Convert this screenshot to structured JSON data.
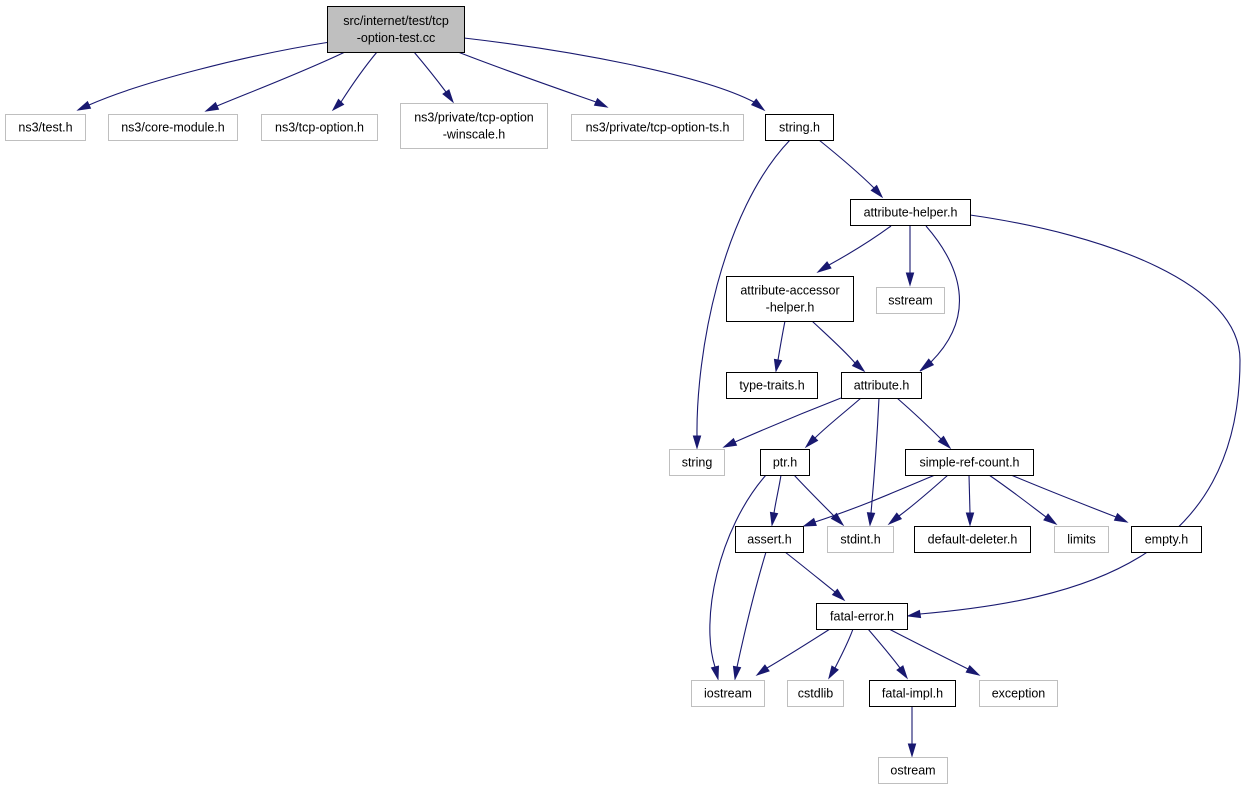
{
  "colors": {
    "edge": "#191970",
    "root_fill": "#bfbfbf",
    "root_border": "#000000",
    "documented_border": "#000000",
    "external_border": "#bfbfbf",
    "node_fill": "#ffffff"
  },
  "nodes": [
    {
      "id": "root",
      "lines": [
        "src/internet/test/tcp",
        "-option-test.cc"
      ],
      "kind": "root"
    },
    {
      "id": "test_h",
      "lines": [
        "ns3/test.h"
      ],
      "kind": "external"
    },
    {
      "id": "core_module_h",
      "lines": [
        "ns3/core-module.h"
      ],
      "kind": "external"
    },
    {
      "id": "tcp_option_h",
      "lines": [
        "ns3/tcp-option.h"
      ],
      "kind": "external"
    },
    {
      "id": "tcp_option_winscale_h",
      "lines": [
        "ns3/private/tcp-option",
        "-winscale.h"
      ],
      "kind": "external"
    },
    {
      "id": "tcp_option_ts_h",
      "lines": [
        "ns3/private/tcp-option-ts.h"
      ],
      "kind": "external"
    },
    {
      "id": "string_h",
      "lines": [
        "string.h"
      ],
      "kind": "documented"
    },
    {
      "id": "attribute_helper_h",
      "lines": [
        "attribute-helper.h"
      ],
      "kind": "documented"
    },
    {
      "id": "attribute_accessor_helper_h",
      "lines": [
        "attribute-accessor",
        "-helper.h"
      ],
      "kind": "documented"
    },
    {
      "id": "sstream",
      "lines": [
        "sstream"
      ],
      "kind": "external"
    },
    {
      "id": "type_traits_h",
      "lines": [
        "type-traits.h"
      ],
      "kind": "documented"
    },
    {
      "id": "attribute_h",
      "lines": [
        "attribute.h"
      ],
      "kind": "documented"
    },
    {
      "id": "string",
      "lines": [
        "string"
      ],
      "kind": "external"
    },
    {
      "id": "ptr_h",
      "lines": [
        "ptr.h"
      ],
      "kind": "documented"
    },
    {
      "id": "simple_ref_count_h",
      "lines": [
        "simple-ref-count.h"
      ],
      "kind": "documented"
    },
    {
      "id": "assert_h",
      "lines": [
        "assert.h"
      ],
      "kind": "documented"
    },
    {
      "id": "stdint_h",
      "lines": [
        "stdint.h"
      ],
      "kind": "external"
    },
    {
      "id": "default_deleter_h",
      "lines": [
        "default-deleter.h"
      ],
      "kind": "documented"
    },
    {
      "id": "limits",
      "lines": [
        "limits"
      ],
      "kind": "external"
    },
    {
      "id": "empty_h",
      "lines": [
        "empty.h"
      ],
      "kind": "documented"
    },
    {
      "id": "fatal_error_h",
      "lines": [
        "fatal-error.h"
      ],
      "kind": "documented"
    },
    {
      "id": "iostream",
      "lines": [
        "iostream"
      ],
      "kind": "external"
    },
    {
      "id": "cstdlib",
      "lines": [
        "cstdlib"
      ],
      "kind": "external"
    },
    {
      "id": "fatal_impl_h",
      "lines": [
        "fatal-impl.h"
      ],
      "kind": "documented"
    },
    {
      "id": "exception",
      "lines": [
        "exception"
      ],
      "kind": "external"
    },
    {
      "id": "ostream",
      "lines": [
        "ostream"
      ],
      "kind": "external"
    }
  ],
  "edges": [
    {
      "from": "root",
      "to": "test_h"
    },
    {
      "from": "root",
      "to": "core_module_h"
    },
    {
      "from": "root",
      "to": "tcp_option_h"
    },
    {
      "from": "root",
      "to": "tcp_option_winscale_h"
    },
    {
      "from": "root",
      "to": "tcp_option_ts_h"
    },
    {
      "from": "root",
      "to": "string_h"
    },
    {
      "from": "string_h",
      "to": "attribute_helper_h"
    },
    {
      "from": "string_h",
      "to": "string"
    },
    {
      "from": "attribute_helper_h",
      "to": "attribute_accessor_helper_h"
    },
    {
      "from": "attribute_helper_h",
      "to": "sstream"
    },
    {
      "from": "attribute_helper_h",
      "to": "attribute_h"
    },
    {
      "from": "attribute_helper_h",
      "to": "fatal_error_h"
    },
    {
      "from": "attribute_accessor_helper_h",
      "to": "type_traits_h"
    },
    {
      "from": "attribute_accessor_helper_h",
      "to": "attribute_h"
    },
    {
      "from": "attribute_h",
      "to": "string"
    },
    {
      "from": "attribute_h",
      "to": "ptr_h"
    },
    {
      "from": "attribute_h",
      "to": "stdint_h"
    },
    {
      "from": "attribute_h",
      "to": "simple_ref_count_h"
    },
    {
      "from": "ptr_h",
      "to": "assert_h"
    },
    {
      "from": "ptr_h",
      "to": "stdint_h"
    },
    {
      "from": "ptr_h",
      "to": "iostream"
    },
    {
      "from": "simple_ref_count_h",
      "to": "assert_h"
    },
    {
      "from": "simple_ref_count_h",
      "to": "stdint_h"
    },
    {
      "from": "simple_ref_count_h",
      "to": "default_deleter_h"
    },
    {
      "from": "simple_ref_count_h",
      "to": "limits"
    },
    {
      "from": "simple_ref_count_h",
      "to": "empty_h"
    },
    {
      "from": "assert_h",
      "to": "fatal_error_h"
    },
    {
      "from": "assert_h",
      "to": "iostream"
    },
    {
      "from": "fatal_error_h",
      "to": "iostream"
    },
    {
      "from": "fatal_error_h",
      "to": "cstdlib"
    },
    {
      "from": "fatal_error_h",
      "to": "fatal_impl_h"
    },
    {
      "from": "fatal_error_h",
      "to": "exception"
    },
    {
      "from": "fatal_impl_h",
      "to": "ostream"
    }
  ]
}
